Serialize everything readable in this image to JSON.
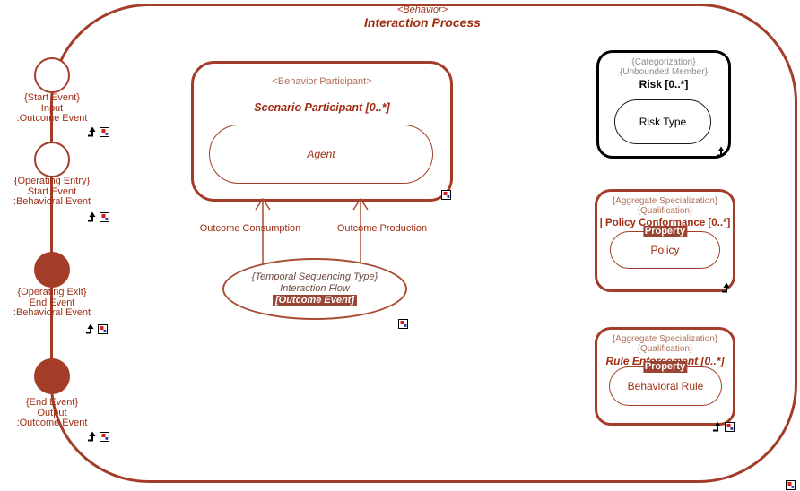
{
  "colors": {
    "accent": "#a33d28",
    "text_red": "#9e2d12",
    "muted_red": "#b07058",
    "black": "#000000",
    "gray": "#8a8a8a",
    "chip_bg": "#9a4434",
    "chip_text": "#ffffff",
    "badge_red": "#d22020",
    "badge_blue": "#2038b0"
  },
  "header": {
    "stereotype": "<Behavior>",
    "title": "Interaction Process"
  },
  "events": [
    {
      "stereotype": "{Start Event}",
      "name": "Input",
      "type": ":Outcome Event",
      "filled": "false"
    },
    {
      "stereotype": "{Operating Entry}",
      "name": "Start Event",
      "type": ":Behavioral Event",
      "filled": "false"
    },
    {
      "stereotype": "{Operating Exit}",
      "name": "End Event",
      "type": ":Behavioral Event",
      "filled": "true"
    },
    {
      "stereotype": "{End Event}",
      "name": "Output",
      "type": ":Outcome Event",
      "filled": "true"
    }
  ],
  "participant": {
    "stereotype": "<Behavior Participant>",
    "title": "Scenario Participant [0..*]",
    "inner": "Agent"
  },
  "connectors": {
    "left_label": "Outcome Consumption",
    "right_label": "Outcome Production"
  },
  "flow_ellipse": {
    "stereotype": "{Temporal Sequencing Type}",
    "name": "Interaction Flow",
    "event_tag": "[Outcome Event]"
  },
  "risk_box": {
    "stereotype1": "{Categorization}",
    "stereotype2": "{Unbounded Member}",
    "title": "Risk [0..*]",
    "inner": "Risk Type"
  },
  "policy_box": {
    "stereotype1": "{Aggregate Specialization}",
    "stereotype2": "{Qualification}",
    "title": "| Policy Conformance [0..*] |",
    "property_label": "Property",
    "inner": "Policy"
  },
  "rule_box": {
    "stereotype1": "{Aggregate Specialization}",
    "stereotype2": "{Qualification}",
    "title": "Rule Enforcement [0..*]",
    "property_label": "Property",
    "inner": "Behavioral Rule"
  },
  "icons": {
    "redefines_arrow": "redefines-arrow-icon",
    "properties_badge": "properties-badge-icon"
  }
}
